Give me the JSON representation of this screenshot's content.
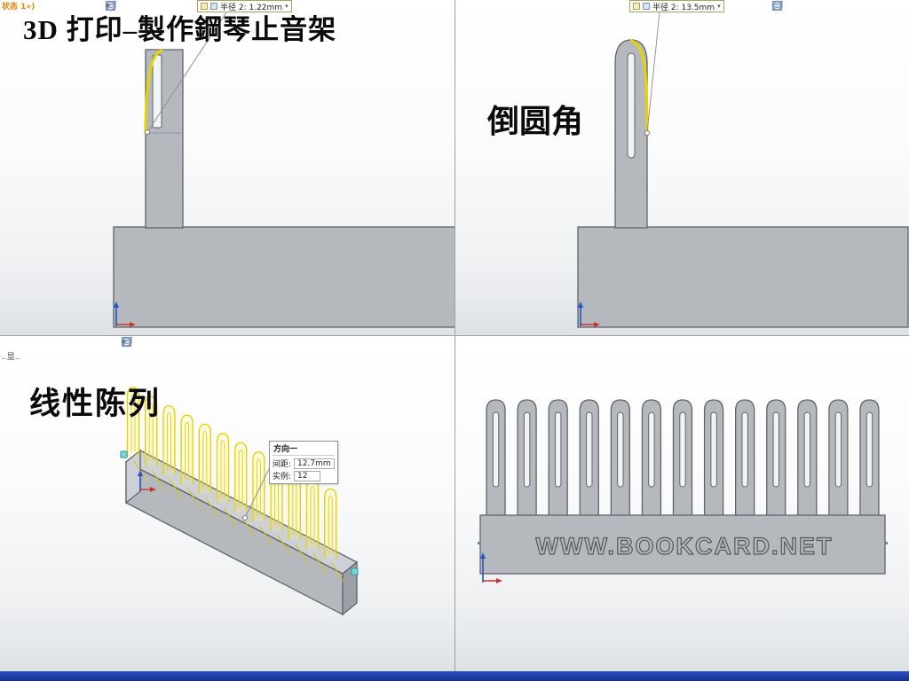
{
  "colors": {
    "part": "#b5b9be",
    "part_light": "#cdd1d5",
    "part_dark": "#9aa0a5",
    "outline": "#5f646a",
    "highlight": "#e6d400",
    "accent_blue": "#2255cc",
    "accent_red": "#cc3333",
    "handle_cyan": "#7fd4d4",
    "taskbar": "#1c3aa0"
  },
  "header": {
    "status_text": "状态 1»)",
    "title": "3D 打印–製作鋼琴止音架"
  },
  "toolbars": {
    "top_left": [
      "zoom-to-fit",
      "zoom-area",
      "previous-view",
      "section-view",
      "caret",
      "view-orientation",
      "caret",
      "display-style",
      "caret",
      "hide-show",
      "caret",
      "appearance",
      "scene",
      "caret"
    ],
    "top_right": [
      "view-orientation",
      "caret",
      "display-style",
      "caret",
      "hide-show",
      "caret",
      "appearance",
      "scene"
    ],
    "bottom_left": [
      "zoom-to-fit",
      "zoom-area",
      "previous-view",
      "section-view",
      "caret",
      "view-orientation",
      "caret",
      "display-style",
      "caret",
      "hide-show",
      "caret",
      "appearance",
      "scene",
      "caret"
    ]
  },
  "panels": {
    "top_left": {
      "dimension_label": "半径 2: 1.22mm"
    },
    "top_right": {
      "label": "倒圆角",
      "dimension_label": "半径 2: 13.5mm"
    },
    "bottom_left": {
      "label": "线性陈列",
      "tree_text": "..显..",
      "preview_count": 12,
      "callout": {
        "direction_label": "方向一",
        "spacing_label": "间距:",
        "spacing_value": "12.7mm",
        "instances_label": "实例:",
        "instances_value": "12"
      }
    },
    "bottom_right": {
      "watermark": "WWW.BOOKCARD.NET",
      "prong_count": 13
    }
  }
}
